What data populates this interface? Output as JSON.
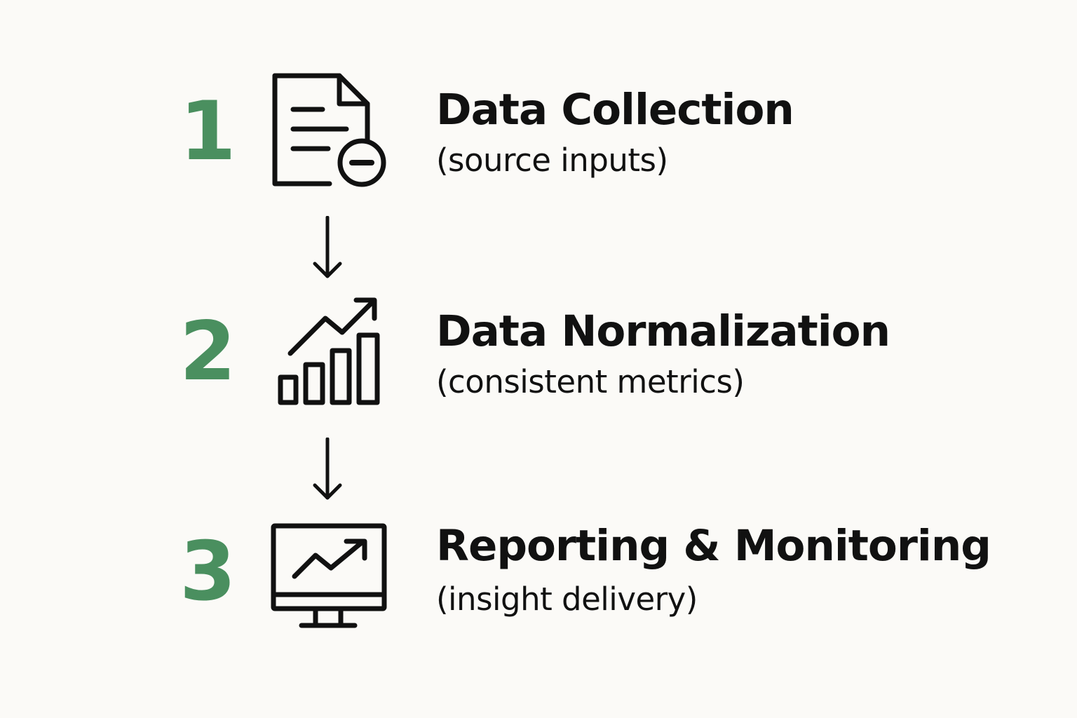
{
  "steps": [
    {
      "number": "1",
      "title": "Data Collection",
      "subtitle": "(source inputs)",
      "icon": "document-minus-icon"
    },
    {
      "number": "2",
      "title": "Data Normalization",
      "subtitle": "(consistent metrics)",
      "icon": "bar-chart-trend-icon"
    },
    {
      "number": "3",
      "title": "Reporting & Monitoring",
      "subtitle": "(insight delivery)",
      "icon": "monitor-chart-icon"
    }
  ],
  "colors": {
    "number": "#4a8f5f",
    "text": "#111111",
    "background": "#fbfaf7"
  },
  "connectors": [
    "down-arrow-icon",
    "down-arrow-icon"
  ]
}
